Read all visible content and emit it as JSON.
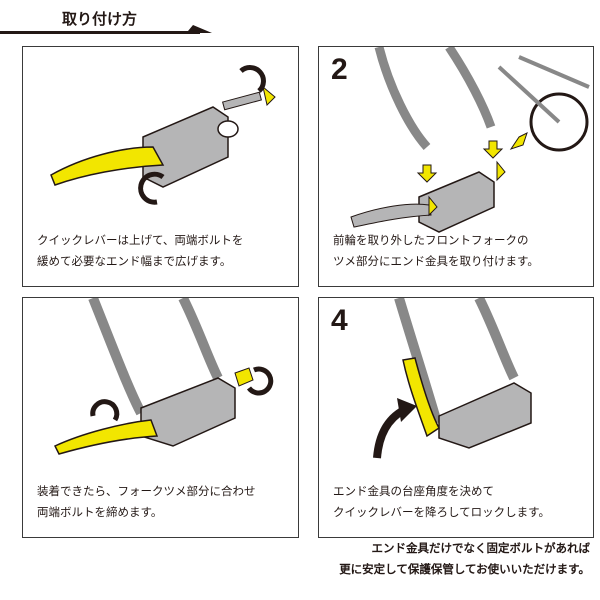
{
  "header": {
    "title": "取り付け方"
  },
  "steps": [
    {
      "number": "",
      "caption_lines": [
        "クイックレバーは上げて、両端ボルトを",
        "緩めて必要なエンド幅まで広げます。"
      ]
    },
    {
      "number": "2",
      "caption_lines": [
        "前輪を取り外したフロントフォークの",
        "ツメ部分にエンド金具を取り付けます。"
      ]
    },
    {
      "number": "",
      "caption_lines": [
        "装着できたら、フォークツメ部分に合わせ",
        "両端ボルトを締めます。"
      ]
    },
    {
      "number": "4",
      "caption_lines": [
        "エンド金具の台座角度を決めて",
        "クイックレバーを降ろしてロックします。"
      ]
    }
  ],
  "footer_note": [
    "エンド金具だけでなく固定ボルトがあれば",
    "更に安定して保護保管してお使いいただけます。"
  ],
  "colors": {
    "lever": "#f2e600",
    "bracket": "#b5b5b6",
    "outline": "#231815"
  }
}
